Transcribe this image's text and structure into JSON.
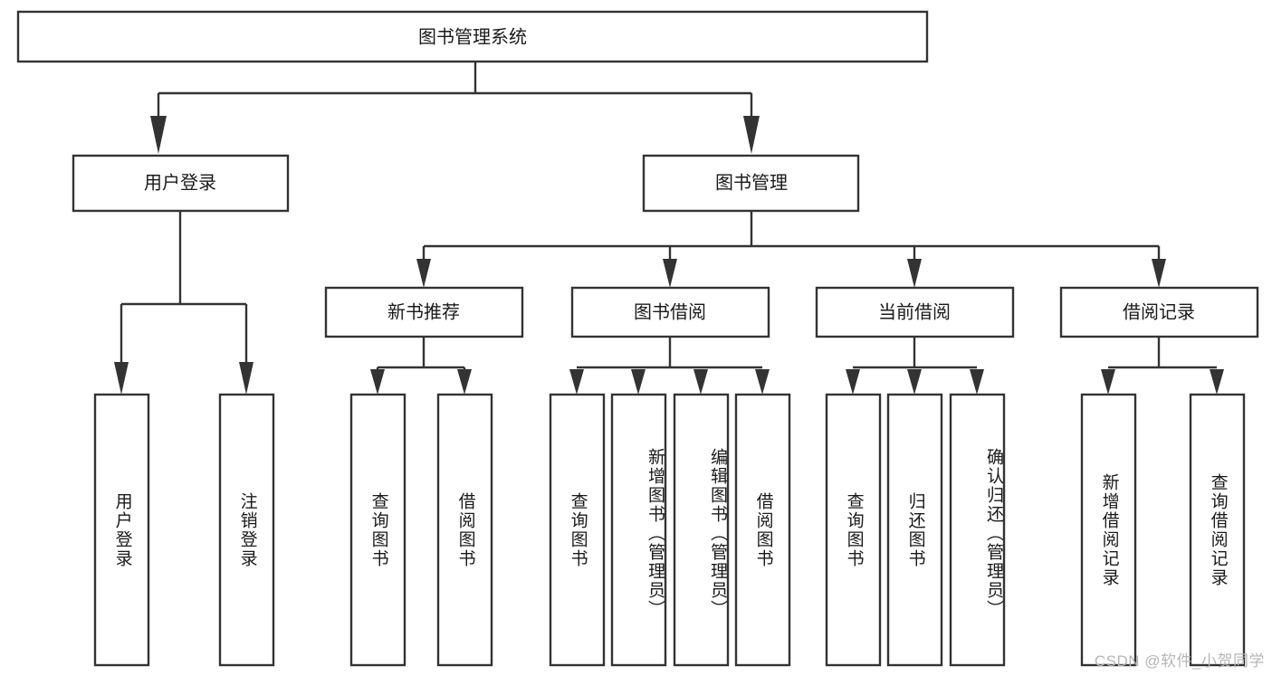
{
  "diagram": {
    "type": "tree-hierarchy",
    "title": "图书管理系统",
    "watermark": "CSDN @软件_小贺同学",
    "colors": {
      "stroke": "#333333",
      "fill": "#ffffff",
      "text": "#1a1a1a",
      "watermark": "#b6b6b6"
    },
    "root": {
      "id": "root",
      "label": "图书管理系统",
      "orientation": "horizontal"
    },
    "level1": [
      {
        "id": "user-login",
        "label": "用户登录",
        "orientation": "horizontal"
      },
      {
        "id": "book-manage",
        "label": "图书管理",
        "orientation": "horizontal"
      }
    ],
    "level2": [
      {
        "id": "new-book-recommend",
        "label": "新书推荐",
        "parent": "book-manage",
        "orientation": "horizontal"
      },
      {
        "id": "book-borrow",
        "label": "图书借阅",
        "parent": "book-manage",
        "orientation": "horizontal"
      },
      {
        "id": "current-borrow",
        "label": "当前借阅",
        "parent": "book-manage",
        "orientation": "horizontal"
      },
      {
        "id": "borrow-record",
        "label": "借阅记录",
        "parent": "book-manage",
        "orientation": "horizontal"
      }
    ],
    "leaves": [
      {
        "id": "leaf-user-login",
        "label": "用户登录",
        "parent": "user-login",
        "orientation": "vertical"
      },
      {
        "id": "leaf-user-logout",
        "label": "注销登录",
        "parent": "user-login",
        "orientation": "vertical"
      },
      {
        "id": "leaf-query-book-1",
        "label": "查询图书",
        "parent": "new-book-recommend",
        "orientation": "vertical"
      },
      {
        "id": "leaf-borrow-book-1",
        "label": "借阅图书",
        "parent": "new-book-recommend",
        "orientation": "vertical"
      },
      {
        "id": "leaf-query-book-2",
        "label": "查询图书",
        "parent": "book-borrow",
        "orientation": "vertical"
      },
      {
        "id": "leaf-add-book",
        "label": "新增图书（管理员）",
        "parent": "book-borrow",
        "orientation": "vertical"
      },
      {
        "id": "leaf-edit-book",
        "label": "编辑图书（管理员）",
        "parent": "book-borrow",
        "orientation": "vertical"
      },
      {
        "id": "leaf-borrow-book-2",
        "label": "借阅图书",
        "parent": "book-borrow",
        "orientation": "vertical"
      },
      {
        "id": "leaf-query-book-3",
        "label": "查询图书",
        "parent": "current-borrow",
        "orientation": "vertical"
      },
      {
        "id": "leaf-return-book",
        "label": "归还图书",
        "parent": "current-borrow",
        "orientation": "vertical"
      },
      {
        "id": "leaf-confirm-return",
        "label": "确认归还（管理员）",
        "parent": "current-borrow",
        "orientation": "vertical"
      },
      {
        "id": "leaf-add-record",
        "label": "新增借阅记录",
        "parent": "borrow-record",
        "orientation": "vertical"
      },
      {
        "id": "leaf-query-record",
        "label": "查询借阅记录",
        "parent": "borrow-record",
        "orientation": "vertical"
      }
    ]
  }
}
